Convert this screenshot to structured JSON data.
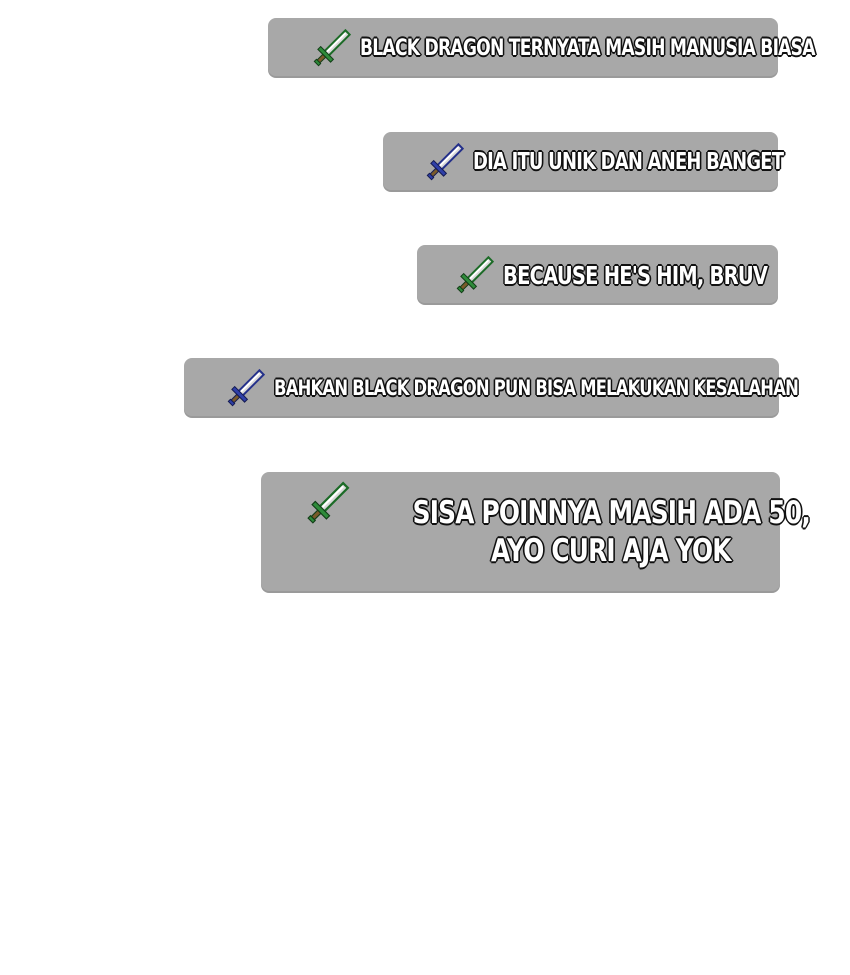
{
  "messages": [
    {
      "text": "BLACK DRAGON TERNYATA MASIH MANUSIA BIASA",
      "icon": "green-sword-icon",
      "icon_color": "#2e8b3a"
    },
    {
      "text": "DIA ITU UNIK DAN ANEH BANGET",
      "icon": "blue-sword-icon",
      "icon_color": "#2f3fa8"
    },
    {
      "text": "BECAUSE HE'S HIM, BRUV",
      "icon": "green-sword-icon",
      "icon_color": "#2e8b3a"
    },
    {
      "text": "BAHKAN BLACK DRAGON PUN BISA MELAKUKAN KESALAHAN",
      "icon": "blue-sword-icon",
      "icon_color": "#2f3fa8"
    },
    {
      "lines": [
        "SISA POINNYA MASIH ADA 50,",
        "AYO CURI AJA YOK"
      ],
      "icon": "green-sword-icon",
      "icon_color": "#2e8b3a"
    }
  ],
  "colors": {
    "bubble": "#a8a8a8",
    "text_fill": "#ffffff",
    "text_outline": "#111111",
    "background": "#ffffff"
  }
}
